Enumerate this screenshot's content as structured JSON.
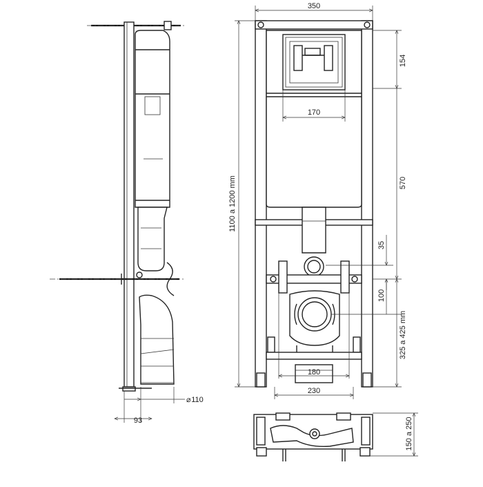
{
  "dimensions": {
    "frame_width": "350",
    "tank_top_height": "154",
    "flush_plate_width": "170",
    "tank_height": "570",
    "total_height": "1100 a 1200 mm",
    "outlet_offset": "35",
    "bolt_spacing": "100",
    "drain_height": "325 a 425 mm",
    "bolt_width": "180",
    "feet_width": "230",
    "side_depth": "93",
    "pipe_diameter": "110",
    "foot_adjust": "150 a 250"
  }
}
